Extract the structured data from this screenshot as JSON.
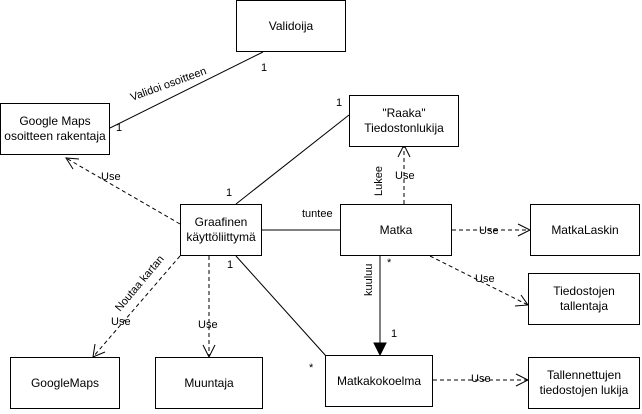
{
  "nodes": {
    "validoija": "Validoija",
    "google_maps_builder": "Google Maps\nosoitteen rakentaja",
    "raaka_reader": "\"Raaka\"\nTiedostonlukija",
    "gui": "Graafinen\nkäyttöliittymä",
    "matka": "Matka",
    "matkalaskin": "MatkaLaskin",
    "tallentaja": "Tiedostojen\ntallentaja",
    "googlemaps": "GoogleMaps",
    "muuntaja": "Muuntaja",
    "matkakokoelma": "Matkakokoelma",
    "tallennettujen_lukija": "Tallennettujen\ntiedostojen lukija"
  },
  "edges": {
    "validoi": {
      "label": "Validoi osoitteen",
      "source_mult": "1",
      "target_mult": "1"
    },
    "gui_raaka": {
      "source_mult": "1",
      "target_mult": "1"
    },
    "gui_gmbuilder": {
      "label": "Use"
    },
    "gui_matka": {
      "label": "tuntee"
    },
    "matka_raaka": {
      "label": "Lukee",
      "use": "Use"
    },
    "matka_laskin": {
      "label": "Use"
    },
    "matka_tallentaja": {
      "label": "Use"
    },
    "gui_googlemaps": {
      "label": "Noutaa kartan",
      "use": "Use"
    },
    "gui_muuntaja": {
      "label": "Use"
    },
    "gui_kokoelma": {
      "source_mult": "1",
      "target_mult": "*"
    },
    "matka_kokoelma": {
      "label": "kuuluu",
      "source_mult": "*",
      "target_mult": "1"
    },
    "kokoelma_lukija": {
      "label": "Use"
    }
  }
}
